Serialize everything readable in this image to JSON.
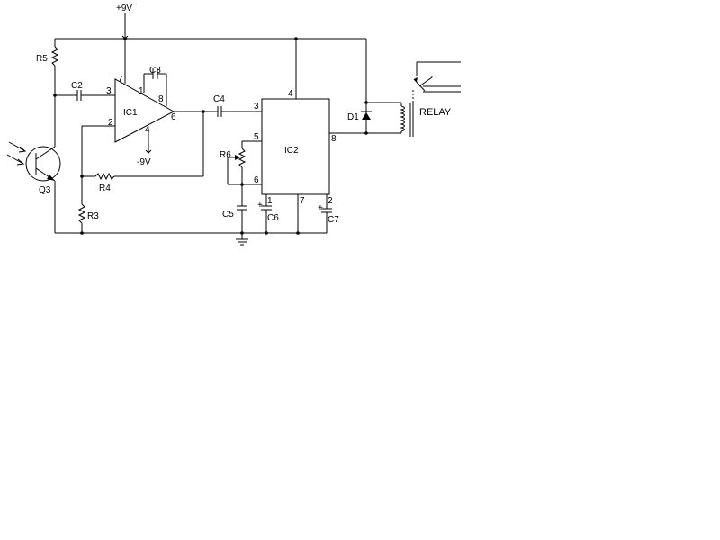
{
  "power": {
    "positive": "+9V",
    "negative": "-9V"
  },
  "components": {
    "r5": "R5",
    "r4": "R4",
    "r3": "R3",
    "r6": "R6",
    "c2": "C2",
    "c3": "C3",
    "c4": "C4",
    "c5": "C5",
    "c6": "C6",
    "c7": "C7",
    "q3": "Q3",
    "ic1": "IC1",
    "ic2": "IC2",
    "d1": "D1",
    "relay": "RELAY"
  },
  "ic1_pins": {
    "p1": "1",
    "p2": "2",
    "p3": "3",
    "p4": "4",
    "p6": "6",
    "p7": "7",
    "p8": "8"
  },
  "ic2_pins": {
    "p1": "1",
    "p2": "2",
    "p3": "3",
    "p4": "4",
    "p5": "5",
    "p6": "6",
    "p7": "7",
    "p8": "8"
  },
  "polarity": {
    "c6_plus": "+",
    "c7_plus": "+"
  },
  "colors": {
    "line": "#000000",
    "background": "#ffffff"
  }
}
